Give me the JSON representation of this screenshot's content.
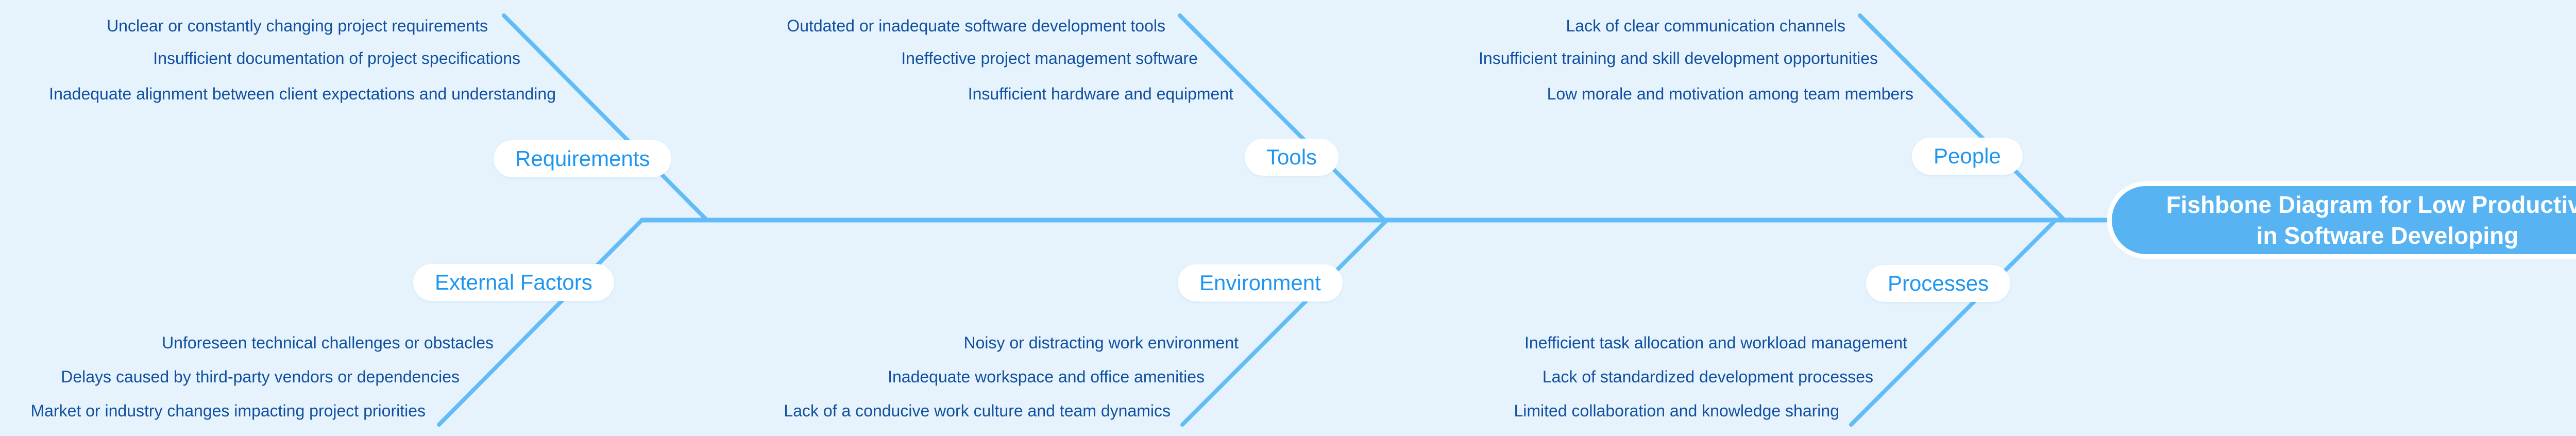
{
  "diagram": {
    "title": {
      "line1": "Fishbone Diagram for Low Productivity",
      "line2": "in Software Developing"
    },
    "colors": {
      "background": "#e6f3fc",
      "line": "#62bcf8",
      "head_fill": "#57b3f2",
      "head_text": "#ffffff",
      "category_text": "#1e96f0",
      "cause_text": "#1150a0",
      "pill_fill": "#ffffff"
    },
    "categories": [
      {
        "label": "Requirements",
        "position": "top",
        "causes": [
          "Unclear or constantly changing project requirements",
          "Insufficient documentation of project specifications",
          "Inadequate alignment between client expectations and understanding"
        ]
      },
      {
        "label": "Tools",
        "position": "top",
        "causes": [
          "Outdated or inadequate software development tools",
          "Ineffective project management software",
          "Insufficient hardware and equipment"
        ]
      },
      {
        "label": "People",
        "position": "top",
        "causes": [
          "Lack of clear communication channels",
          "Insufficient training and skill development opportunities",
          "Low morale and motivation among team members"
        ]
      },
      {
        "label": "External Factors",
        "position": "bottom",
        "causes": [
          "Unforeseen technical challenges or obstacles",
          "Delays caused by third-party vendors or dependencies",
          "Market or industry changes impacting project priorities"
        ]
      },
      {
        "label": "Environment",
        "position": "bottom",
        "causes": [
          "Noisy or distracting work environment",
          "Inadequate workspace and office amenities",
          "Lack of a conducive work culture and team dynamics"
        ]
      },
      {
        "label": "Processes",
        "position": "bottom",
        "causes": [
          "Inefficient task allocation and workload management",
          "Lack of standardized development processes",
          "Limited collaboration and knowledge sharing"
        ]
      }
    ]
  }
}
